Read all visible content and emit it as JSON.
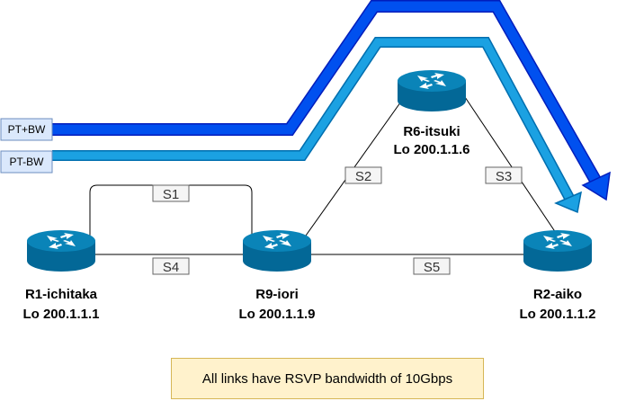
{
  "paths": [
    {
      "label": "PT+BW",
      "color": "#0050ef",
      "stroke": "#001dbc"
    },
    {
      "label": "PT-BW",
      "color": "#1ba1e2",
      "stroke": "#006eaf"
    }
  ],
  "routers": [
    {
      "id": "r1",
      "name": "R1-ichitaka",
      "lo": "Lo 200.1.1.1"
    },
    {
      "id": "r9",
      "name": "R9-iori",
      "lo": "Lo 200.1.1.9"
    },
    {
      "id": "r6",
      "name": "R6-itsuki",
      "lo": "Lo 200.1.1.6"
    },
    {
      "id": "r2",
      "name": "R2-aiko",
      "lo": "Lo 200.1.1.2"
    }
  ],
  "links": [
    {
      "id": "s1",
      "label": "S1"
    },
    {
      "id": "s2",
      "label": "S2"
    },
    {
      "id": "s3",
      "label": "S3"
    },
    {
      "id": "s4",
      "label": "S4"
    },
    {
      "id": "s5",
      "label": "S5"
    }
  ],
  "note": "All links have RSVP bandwidth of 10Gbps",
  "colors": {
    "router_top": "#0a84b8",
    "router_side": "#036897",
    "note_bg": "#fff2cc"
  }
}
